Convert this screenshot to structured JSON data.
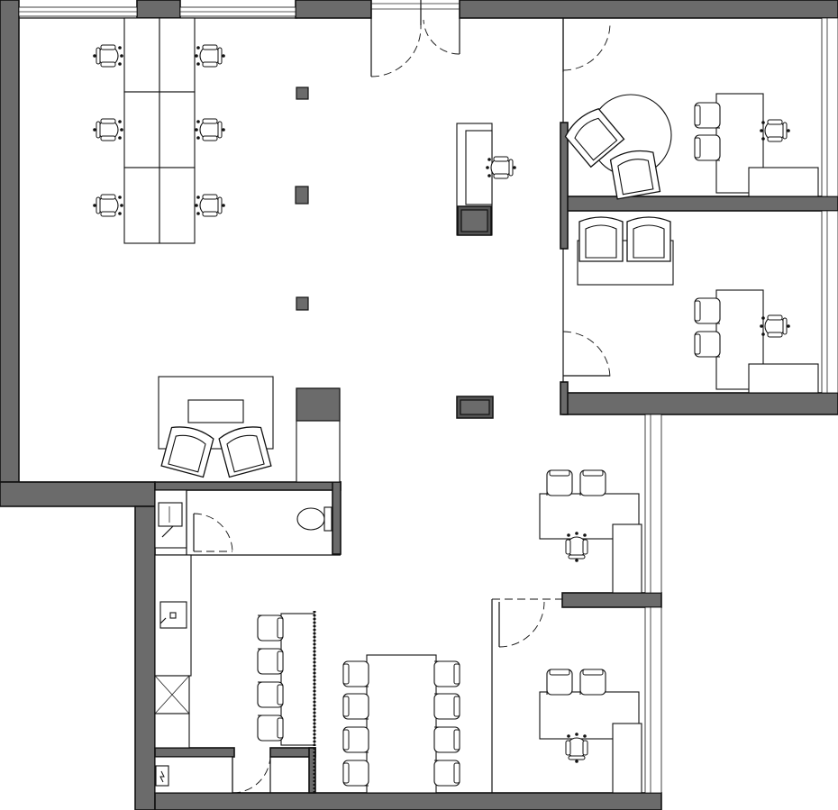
{
  "colors": {
    "wall": "#6b6b6b",
    "line": "#111111",
    "background": "#ffffff",
    "column": "#6b6b6b"
  },
  "rooms": [
    "open-office",
    "meeting-room-upper",
    "office-middle",
    "office-lower-right-1",
    "office-lower-right-2",
    "kitchen",
    "wc",
    "meeting-area-lower",
    "storage"
  ],
  "furniture": {
    "office_chair_icon": "office-chair-icon",
    "armchair_icon": "armchair-icon",
    "toilet_icon": "toilet-icon",
    "sink_icon": "sink-icon",
    "door_swing_icon": "door-swing-icon",
    "column_icon": "column-icon"
  }
}
